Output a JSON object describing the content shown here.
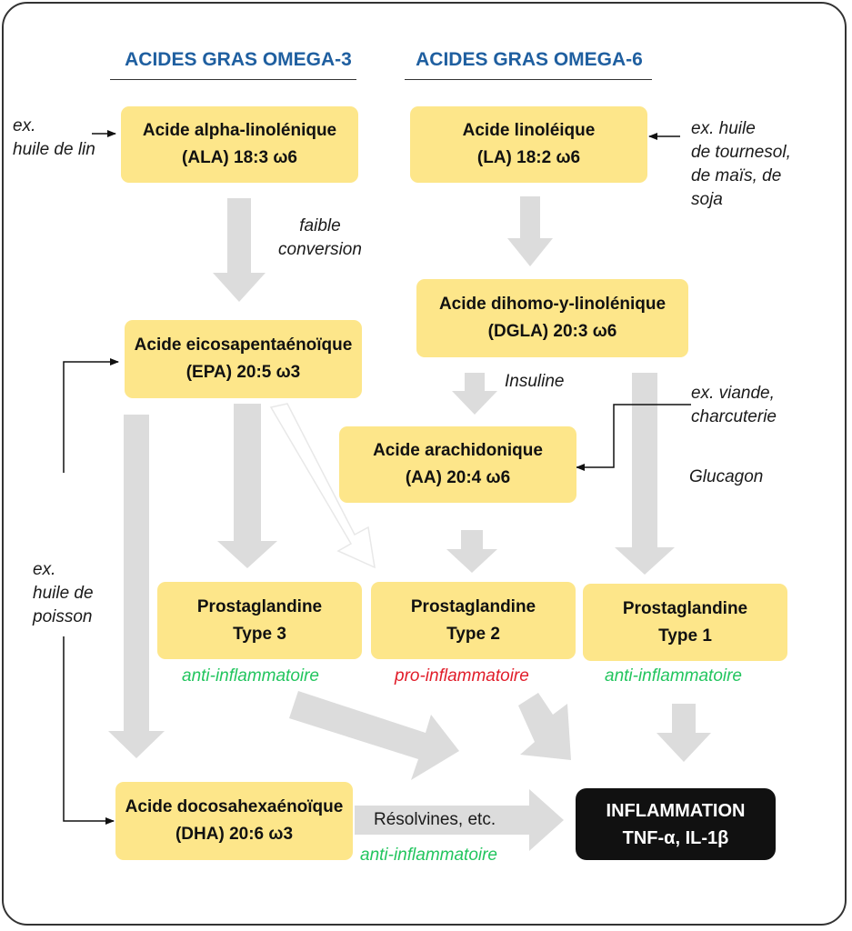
{
  "headings": {
    "omega3": "ACIDES GRAS OMEGA-3",
    "omega6": "ACIDES GRAS OMEGA-6"
  },
  "boxes": {
    "ala": {
      "line1": "Acide alpha-linolénique",
      "line2": "(ALA) 18:3 ω6"
    },
    "la": {
      "line1": "Acide linoléique",
      "line2": "(LA) 18:2 ω6"
    },
    "dgla": {
      "line1": "Acide dihomo-y-linolénique",
      "line2": "(DGLA) 20:3 ω6"
    },
    "epa": {
      "line1": "Acide eicosapentaénoïque",
      "line2": "(EPA) 20:5 ω3"
    },
    "aa": {
      "line1": "Acide arachidonique",
      "line2": "(AA) 20:4 ω6"
    },
    "pg3": {
      "line1": "Prostaglandine",
      "line2": "Type 3"
    },
    "pg2": {
      "line1": "Prostaglandine",
      "line2": "Type 2"
    },
    "pg1": {
      "line1": "Prostaglandine",
      "line2": "Type 1"
    },
    "dha": {
      "line1": "Acide docosahexaénoïque",
      "line2": "(DHA) 20:6 ω3"
    },
    "inflammation": {
      "line1": "INFLAMMATION",
      "line2": "TNF-α, IL-1β"
    }
  },
  "notes": {
    "flax": {
      "line1": "ex.",
      "line2": "huile de lin"
    },
    "sunflower": {
      "line1": "ex. huile",
      "line2": "de tournesol,",
      "line3": "de maïs, de",
      "line4": "soja"
    },
    "low_conversion": {
      "line1": "faible",
      "line2": "conversion"
    },
    "insulin": "Insuline",
    "meat": {
      "line1": "ex. viande,",
      "line2": "charcuterie"
    },
    "glucagon": "Glucagon",
    "fish_oil": {
      "line1": "ex.",
      "line2": "huile de",
      "line3": "poisson"
    },
    "resolvins": "Résolvines, etc."
  },
  "effects": {
    "pg3": "anti-inflammatoire",
    "pg2": "pro-inflammatoire",
    "pg1": "anti-inflammatoire",
    "resolvins": "anti-inflammatoire"
  },
  "colors": {
    "box_fill": "#fde68a",
    "heading": "#1f5fa0",
    "anti": "#22c55e",
    "pro": "#e11d2a",
    "arrow": "#dcdcdc",
    "dark_box": "#111111"
  }
}
